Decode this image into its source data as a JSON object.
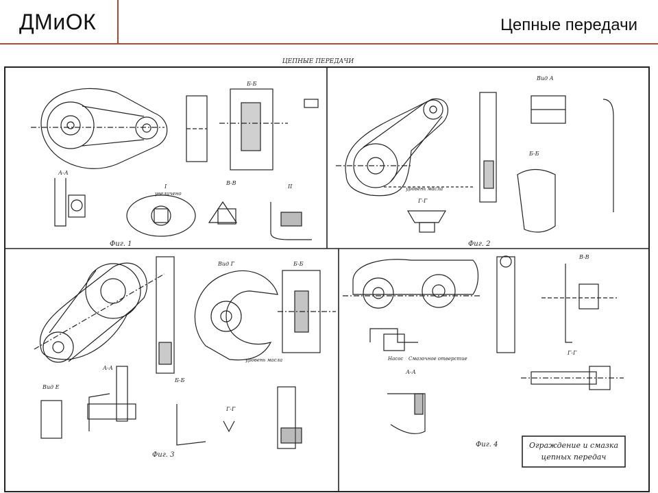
{
  "header": {
    "brand": "ДМиОК",
    "title": "Цепные передачи"
  },
  "drawing": {
    "sheet_title": "ЦЕПНЫЕ ПЕРЕДАЧИ",
    "figures": [
      {
        "caption": "Фиг. 1"
      },
      {
        "caption": "Фиг. 2"
      },
      {
        "caption": "Фиг. 3"
      },
      {
        "caption": "Фиг. 4"
      }
    ],
    "title_block": {
      "line1": "Ограждение и смазка",
      "line2": "цепных передач"
    },
    "labels": {
      "aa": "А-А",
      "bb": "Б-Б",
      "vv": "В-В",
      "gg": "Г-Г",
      "view_a": "Вид А",
      "view_g": "Вид Г",
      "view_e": "Вид Е",
      "i": "I",
      "ii": "II",
      "enlarged": "увеличено",
      "oil_level": "уровень масла",
      "pump": "Насос",
      "filler": "Смазочное отверстие"
    }
  }
}
